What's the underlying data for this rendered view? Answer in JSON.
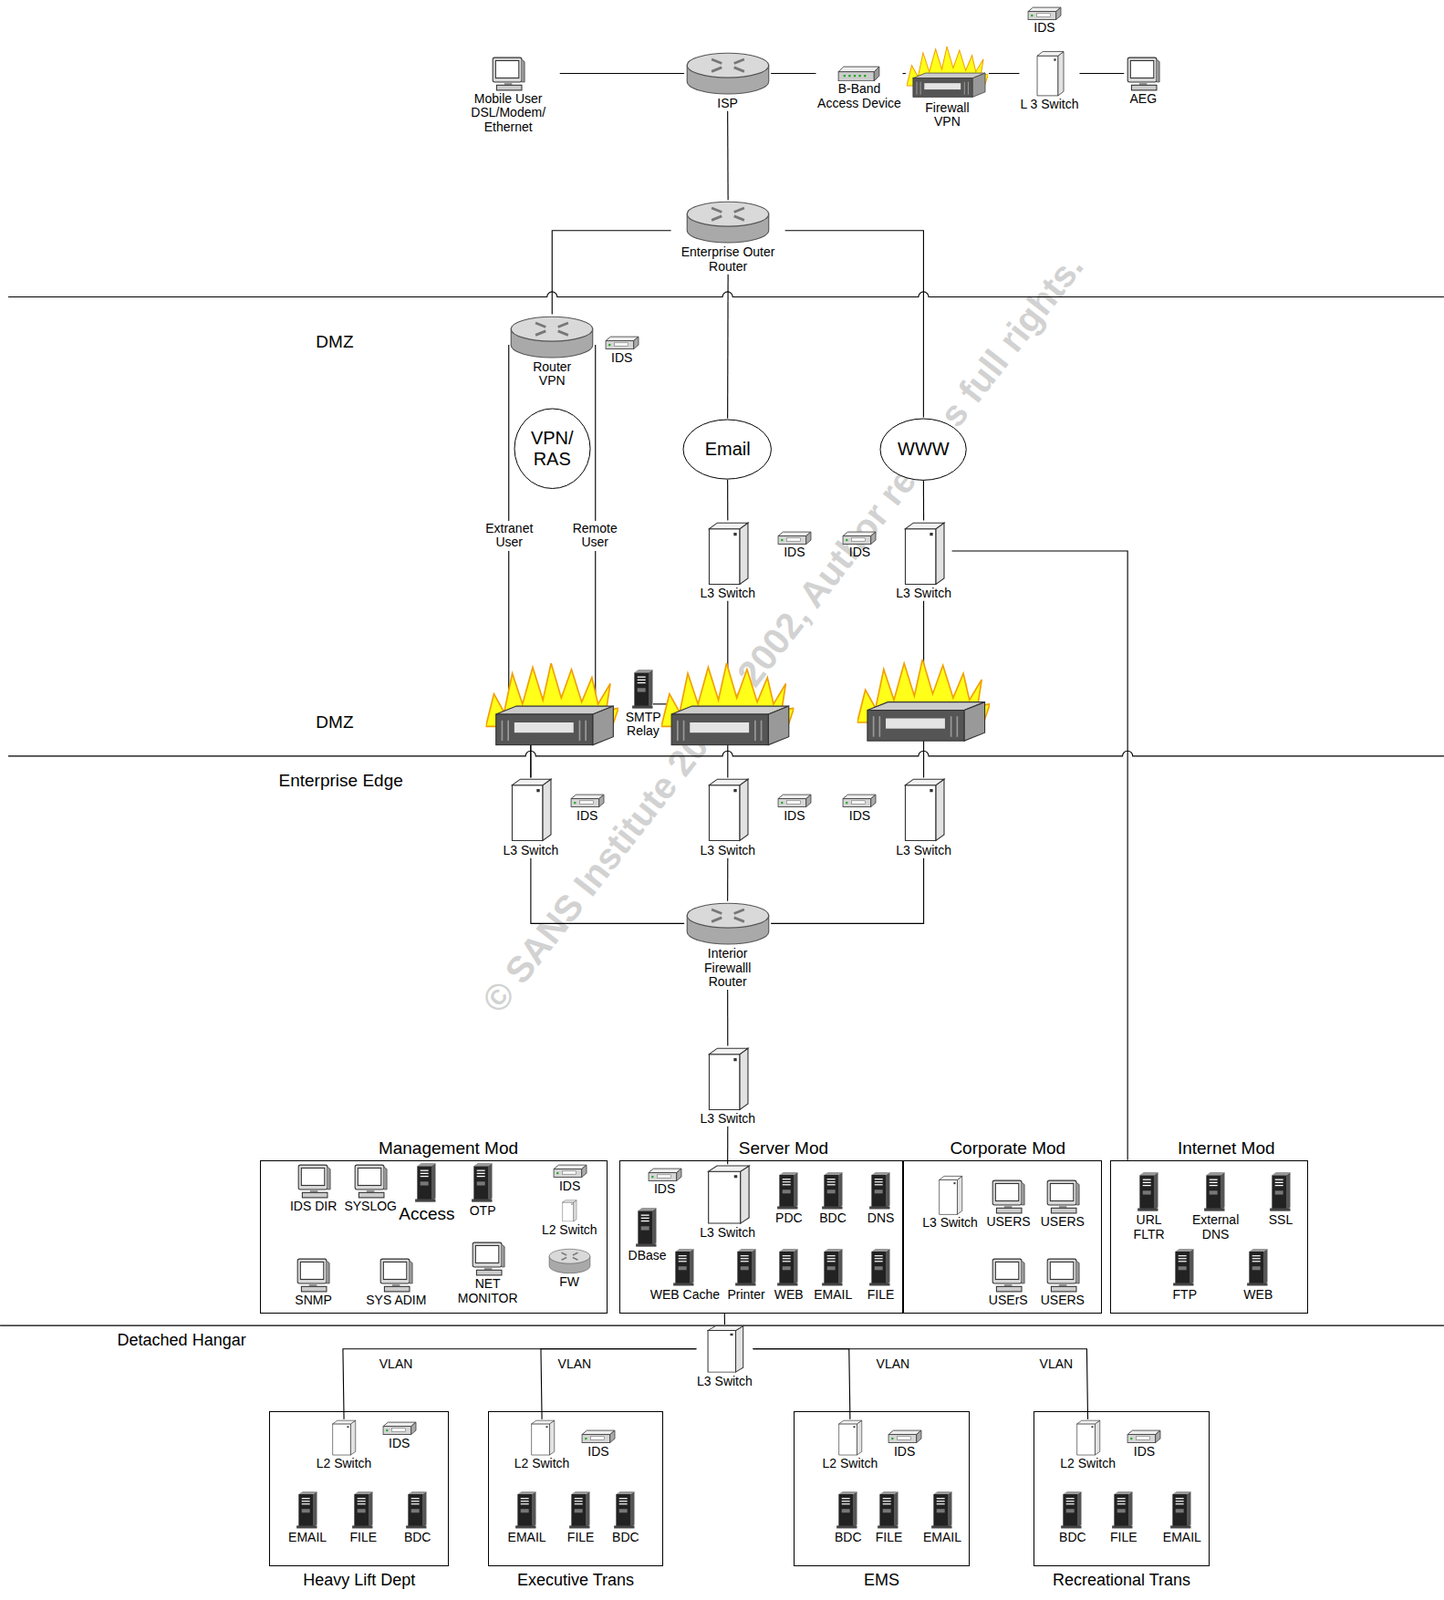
{
  "diagram": {
    "nodes": [
      {
        "text": [
          "Mobile User DSL/Modem/ Ethernet"
        ]
      },
      {
        "text": [
          "ISP"
        ]
      },
      {
        "text": [
          "B-Band Access Device"
        ]
      },
      {
        "text": [
          "Firewall VPN"
        ]
      },
      {
        "text": [
          "IDS"
        ]
      },
      {
        "text": [
          "L 3 Switch"
        ]
      },
      {
        "text": [
          "AEG"
        ]
      },
      {
        "text": [
          "Enterprise Outer Router"
        ]
      },
      {
        "text": [
          "Router VPN"
        ]
      },
      {
        "text": [
          "IDS"
        ]
      },
      {
        "text": [
          "VPN/ RAS"
        ]
      },
      {
        "text": [
          "Email"
        ]
      },
      {
        "text": [
          "WWW"
        ]
      },
      {
        "text": [
          "L3 Switch"
        ]
      },
      {
        "text": [
          "IDS"
        ]
      },
      {
        "text": [
          "IDS"
        ]
      },
      {
        "text": [
          "L3 Switch"
        ]
      },
      {
        "text": [
          "SMTP Relay"
        ]
      },
      {
        "text": [
          "L3 Switch"
        ]
      },
      {
        "text": [
          "IDS"
        ]
      },
      {
        "text": [
          "L3 Switch"
        ]
      },
      {
        "text": [
          "IDS"
        ]
      },
      {
        "text": [
          "IDS"
        ]
      },
      {
        "text": [
          "L3 Switch"
        ]
      },
      {
        "text": [
          "Interior Firewalll Router"
        ]
      },
      {
        "text": [
          "L3 Switch"
        ]
      },
      {
        "text": [
          "Management Mod"
        ]
      },
      {
        "text": [
          "IDS DIR"
        ],
        "in": 26
      },
      {
        "text": [
          "SYSLOG"
        ],
        "in": 26
      },
      {
        "text": [
          "Access"
        ],
        "in": 26
      },
      {
        "text": [
          "OTP"
        ],
        "in": 26
      },
      {
        "text": [
          "IDS"
        ],
        "in": 26
      },
      {
        "text": [
          "L2 Switch"
        ],
        "in": 26
      },
      {
        "text": [
          "SNMP"
        ],
        "in": 26
      },
      {
        "text": [
          "SYS ADIM"
        ],
        "in": 26
      },
      {
        "text": [
          "NET MONITOR"
        ],
        "in": 26
      },
      {
        "text": [
          "FW"
        ],
        "in": 26
      },
      {
        "text": [
          "Server Mod"
        ]
      },
      {
        "text": [
          "IDS"
        ],
        "in": 37
      },
      {
        "text": [
          "L3 Switch"
        ],
        "in": 37
      },
      {
        "text": [
          "PDC"
        ],
        "in": 37
      },
      {
        "text": [
          "BDC"
        ],
        "in": 37
      },
      {
        "text": [
          "DNS"
        ],
        "in": 37
      },
      {
        "text": [
          "DBase"
        ],
        "in": 37
      },
      {
        "text": [
          "WEB Cache"
        ],
        "in": 37
      },
      {
        "text": [
          "Printer"
        ],
        "in": 37
      },
      {
        "text": [
          "WEB"
        ],
        "in": 37
      },
      {
        "text": [
          "EMAIL"
        ],
        "in": 37
      },
      {
        "text": [
          "FILE"
        ],
        "in": 37
      },
      {
        "text": [
          "Corporate Mod"
        ]
      },
      {
        "text": [
          "L3 Switch"
        ],
        "in": 49
      },
      {
        "text": [
          "USERS"
        ],
        "in": 49
      },
      {
        "text": [
          "USERS"
        ],
        "in": 49
      },
      {
        "text": [
          "USErS"
        ],
        "in": 49
      },
      {
        "text": [
          "USERS"
        ],
        "in": 49
      },
      {
        "text": [
          "Internet Mod"
        ]
      },
      {
        "text": [
          "URL FLTR"
        ],
        "in": 55
      },
      {
        "text": [
          "External DNS"
        ],
        "in": 55
      },
      {
        "text": [
          "SSL"
        ],
        "in": 55
      },
      {
        "text": [
          "FTP"
        ],
        "in": 55
      },
      {
        "text": [
          "WEB"
        ],
        "in": 55
      },
      {
        "text": [
          "L3 Switch"
        ]
      },
      {
        "text": [
          "Heavy Lift Dept"
        ]
      },
      {
        "text": [
          "L2 Switch"
        ],
        "in": 62
      },
      {
        "text": [
          "IDS"
        ],
        "in": 62
      },
      {
        "text": [
          "EMAIL"
        ],
        "in": 62
      },
      {
        "text": [
          "FILE"
        ],
        "in": 62
      },
      {
        "text": [
          "BDC"
        ],
        "in": 62
      },
      {
        "text": [
          "Executive Trans"
        ]
      },
      {
        "text": [
          "L2 Switch"
        ],
        "in": 68
      },
      {
        "text": [
          "IDS"
        ],
        "in": 68
      },
      {
        "text": [
          "EMAIL"
        ],
        "in": 68
      },
      {
        "text": [
          "FILE"
        ],
        "in": 68
      },
      {
        "text": [
          "BDC"
        ],
        "in": 68
      },
      {
        "text": [
          "EMS"
        ]
      },
      {
        "text": [
          "L2 Switch"
        ],
        "in": 74
      },
      {
        "text": [
          "IDS"
        ],
        "in": 74
      },
      {
        "text": [
          "BDC"
        ],
        "in": 74
      },
      {
        "text": [
          "FILE"
        ],
        "in": 74
      },
      {
        "text": [
          "EMAIL"
        ],
        "in": 74
      },
      {
        "text": [
          "Recreational Trans"
        ]
      },
      {
        "text": [
          "L2 Switch"
        ],
        "in": 80
      },
      {
        "text": [
          "IDS"
        ],
        "in": 80
      },
      {
        "text": [
          "BDC"
        ],
        "in": 80
      },
      {
        "text": [
          "FILE"
        ],
        "in": 80
      },
      {
        "text": [
          "EMAIL"
        ],
        "in": 80
      }
    ],
    "edges": [
      {
        "from": 0,
        "to": 1,
        "arrow": "none"
      },
      {
        "from": 1,
        "to": 2,
        "arrow": "none"
      },
      {
        "from": 2,
        "to": 3,
        "arrow": "none"
      },
      {
        "from": 3,
        "to": 5,
        "arrow": "none"
      },
      {
        "from": 5,
        "to": 6,
        "arrow": "none"
      },
      {
        "from": 1,
        "to": 7,
        "arrow": "none"
      },
      {
        "from": 7,
        "to": 8,
        "arrow": "none"
      },
      {
        "from": 7,
        "to": 11,
        "arrow": "none"
      },
      {
        "from": 7,
        "to": 12,
        "arrow": "none"
      },
      {
        "from": 8,
        "to": 18,
        "label": "Extranet User",
        "arrow": "none"
      },
      {
        "from": 8,
        "to": 18,
        "label": "Remote User",
        "arrow": "none"
      },
      {
        "from": 11,
        "to": 13,
        "arrow": "none"
      },
      {
        "from": 13,
        "to": 20,
        "arrow": "none"
      },
      {
        "from": 12,
        "to": 16,
        "arrow": "none"
      },
      {
        "from": 16,
        "to": 23,
        "arrow": "none"
      },
      {
        "from": 16,
        "to": 55,
        "arrow": "none"
      },
      {
        "from": 18,
        "to": 24,
        "arrow": "none"
      },
      {
        "from": 20,
        "to": 24,
        "arrow": "none"
      },
      {
        "from": 23,
        "to": 24,
        "arrow": "none"
      },
      {
        "from": 24,
        "to": 25,
        "arrow": "none"
      },
      {
        "from": 25,
        "to": 39,
        "arrow": "none"
      },
      {
        "from": 37,
        "to": 61,
        "arrow": "none"
      },
      {
        "from": 61,
        "to": 63,
        "label": "VLAN",
        "arrow": "none"
      },
      {
        "from": 61,
        "to": 69,
        "label": "VLAN",
        "arrow": "none"
      },
      {
        "from": 61,
        "to": 75,
        "label": "VLAN",
        "arrow": "none"
      },
      {
        "from": 61,
        "to": 81,
        "label": "VLAN",
        "arrow": "none"
      }
    ],
    "labels": [
      "DMZ",
      "DMZ",
      "Enterprise Edge",
      "Detached Hangar",
      "© SANS Institute 2000 - 2002, Author retains full rights."
    ]
  }
}
